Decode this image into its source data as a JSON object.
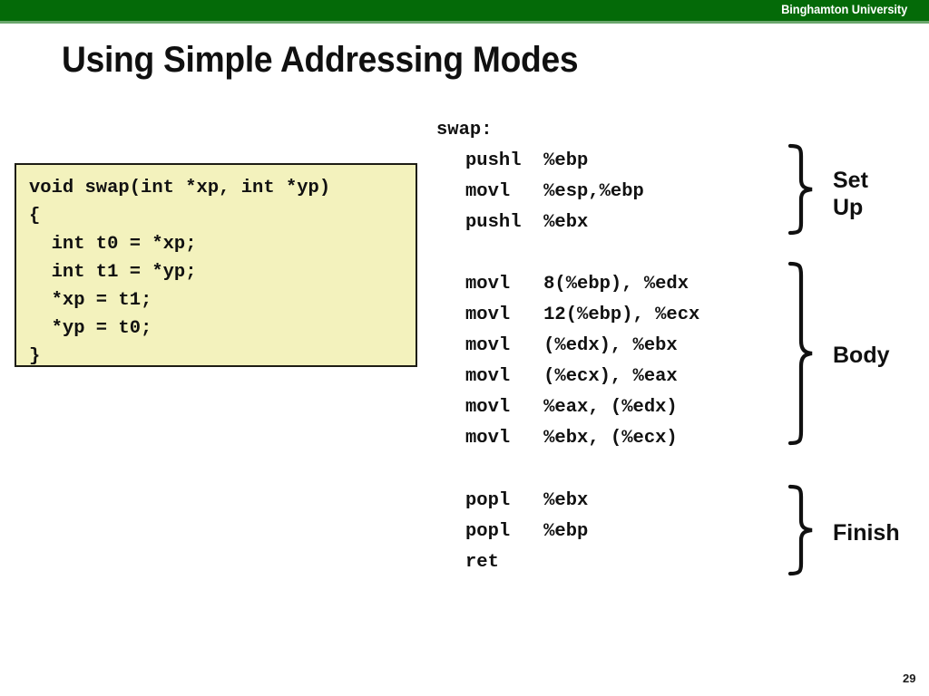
{
  "banner": {
    "institution": "Binghamton University",
    "bar_color": "#046a08",
    "underline_color": "#6aa76c",
    "text_color": "#ffffff"
  },
  "slide": {
    "title": "Using Simple Addressing Modes",
    "page_number": "29"
  },
  "c_code": {
    "background_color": "#f3f2bd",
    "border_color": "#1d1d14",
    "text": "void swap(int *xp, int *yp)\n{\n  int t0 = *xp;\n  int t1 = *yp;\n  *xp = t1;\n  *yp = t0;\n}"
  },
  "assembly": {
    "label_line": "swap:",
    "setup": {
      "code": "pushl  %ebp\nmovl   %esp,%ebp\npushl  %ebx",
      "group_label": "Set\nUp"
    },
    "body": {
      "code": "movl   8(%ebp), %edx\nmovl   12(%ebp), %ecx\nmovl   (%edx), %ebx\nmovl   (%ecx), %eax\nmovl   %eax, (%edx)\nmovl   %ebx, (%ecx)",
      "group_label": "Body"
    },
    "finish": {
      "code": "popl   %ebx\npopl   %ebp\nret",
      "group_label": "Finish"
    }
  }
}
